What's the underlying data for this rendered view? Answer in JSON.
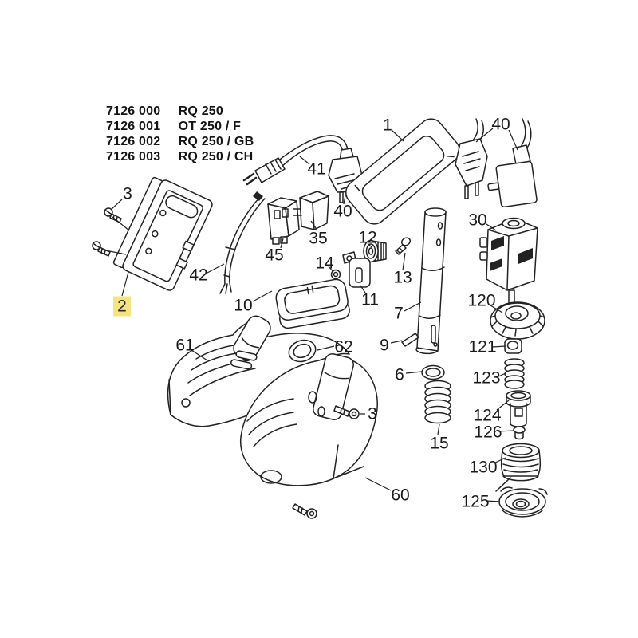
{
  "diagram": {
    "title_block": {
      "models": [
        {
          "code": "7126 000",
          "name": "RQ 250"
        },
        {
          "code": "7126 001",
          "name": "OT 250 / F"
        },
        {
          "code": "7126 002",
          "name": "RQ 250 / GB"
        },
        {
          "code": "7126 003",
          "name": "RQ 250 / CH"
        }
      ]
    },
    "highlight": {
      "part": "2",
      "color": "#f3e47f"
    },
    "line_color": "#222222",
    "labels": [
      {
        "text": "3"
      },
      {
        "text": "2",
        "highlighted": true
      },
      {
        "text": "42"
      },
      {
        "text": "45"
      },
      {
        "text": "35"
      },
      {
        "text": "41"
      },
      {
        "text": "40"
      },
      {
        "text": "1"
      },
      {
        "text": "40"
      },
      {
        "text": "30"
      },
      {
        "text": "120"
      },
      {
        "text": "121"
      },
      {
        "text": "123"
      },
      {
        "text": "124"
      },
      {
        "text": "126"
      },
      {
        "text": "130"
      },
      {
        "text": "125"
      },
      {
        "text": "12"
      },
      {
        "text": "13"
      },
      {
        "text": "14"
      },
      {
        "text": "11"
      },
      {
        "text": "7"
      },
      {
        "text": "9"
      },
      {
        "text": "10"
      },
      {
        "text": "6"
      },
      {
        "text": "15"
      },
      {
        "text": "62"
      },
      {
        "text": "61"
      },
      {
        "text": "3"
      },
      {
        "text": "60"
      }
    ]
  }
}
